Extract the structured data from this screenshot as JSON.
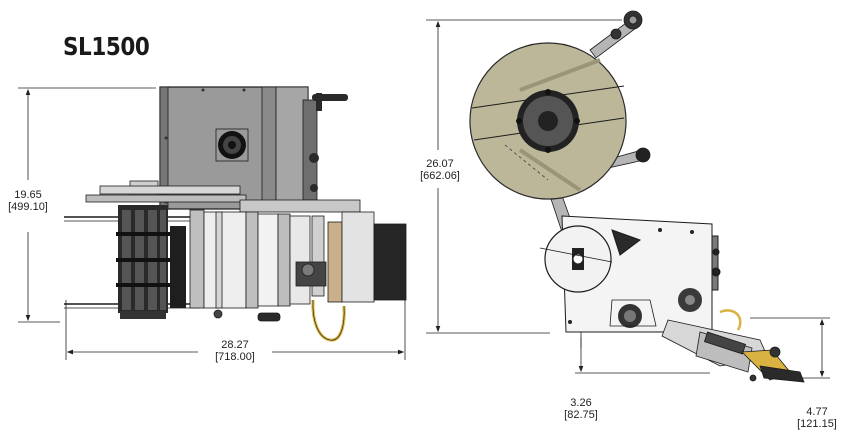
{
  "model": {
    "name": "SL1500"
  },
  "front_view": {
    "height": {
      "inches": "19.65",
      "mm": "[499.10]"
    },
    "width": {
      "inches": "28.27",
      "mm": "[718.00]"
    }
  },
  "side_view": {
    "height": {
      "inches": "26.07",
      "mm": "[662.06]"
    },
    "bottom_offset": {
      "inches": "3.26",
      "mm": "[82.75]"
    },
    "applicator_drop": {
      "inches": "4.77",
      "mm": "[121.15]"
    }
  },
  "colors": {
    "housing": "#9a9a9a",
    "housing_dark": "#6e6e6e",
    "line": "#1c1c1c",
    "roll_fill": "#b3ad8a",
    "hose": "#d8b341"
  }
}
